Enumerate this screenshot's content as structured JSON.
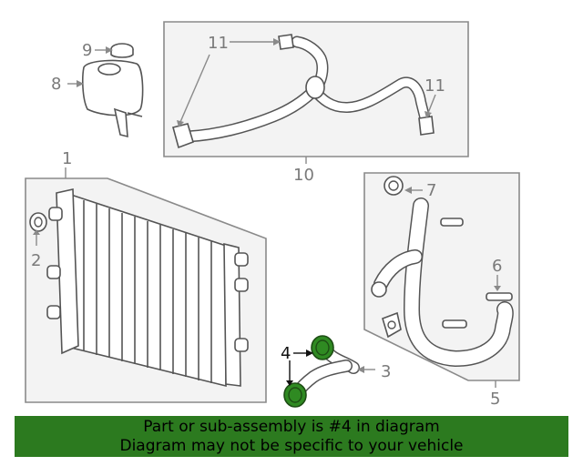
{
  "callouts": {
    "c1": "1",
    "c2": "2",
    "c3": "3",
    "c4": "4",
    "c5": "5",
    "c6": "6",
    "c7": "7",
    "c8": "8",
    "c9": "9",
    "c10": "10",
    "c11a": "11",
    "c11b": "11"
  },
  "highlight_color": "#2f8a22",
  "banner": {
    "line1": "Part or sub-assembly is #4 in diagram",
    "line2": "Diagram may not be specific to your vehicle",
    "color": "#2c7a1f"
  }
}
